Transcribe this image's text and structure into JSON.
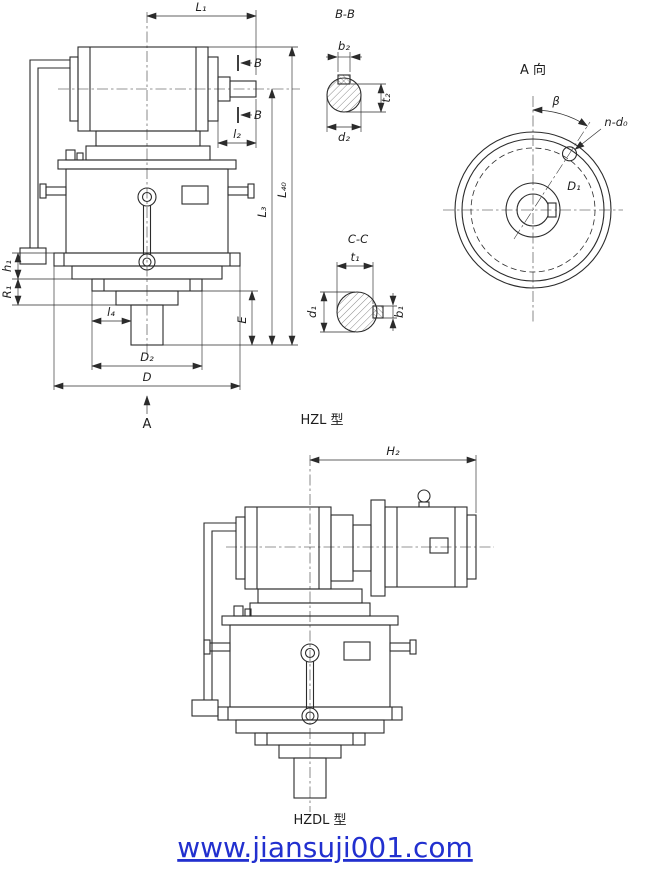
{
  "colors": {
    "line": "#2b2b2b",
    "watermark": "#2230cf"
  },
  "watermark": {
    "text": "www.jiansuji001.com"
  },
  "hzl": {
    "caption": "HZL 型",
    "view_arrow": "A",
    "section_mark": "B",
    "dims": {
      "L1": "L₁",
      "l2": "l₂",
      "L3": "L₃",
      "L40": "L₄₀",
      "E": "E",
      "h1": "h₁",
      "R1": "R₁",
      "l4": "l₄",
      "D2": "D₂",
      "D": "D"
    }
  },
  "section_bb": {
    "title": "B-B",
    "dims": {
      "b2": "b₂",
      "t2": "t₂",
      "d2": "d₂"
    }
  },
  "section_cc": {
    "title": "C-C",
    "dims": {
      "t1": "t₁",
      "d1": "d₁",
      "b1": "b₁"
    }
  },
  "view_a": {
    "title": "A 向",
    "beta": "β",
    "bolt_holes": "n-d₀",
    "D1": "D₁"
  },
  "hzdl": {
    "caption": "HZDL 型",
    "dims": {
      "H2": "H₂"
    }
  }
}
